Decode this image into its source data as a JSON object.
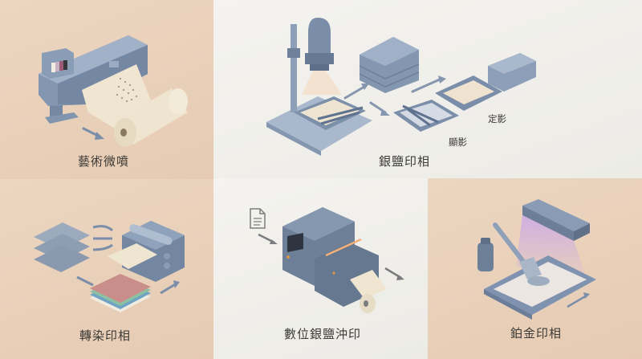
{
  "panels": {
    "inkjet": {
      "label": "藝術微噴",
      "background": "#e8cfb8"
    },
    "silver_gelatin": {
      "label": "銀鹽印相",
      "background": "#f1f0ec",
      "steps": {
        "develop": "顯影",
        "fix": "定影"
      }
    },
    "dye_transfer": {
      "label": "轉染印相",
      "background": "#e8cfb8"
    },
    "digital_silver": {
      "label": "數位銀鹽沖印",
      "background": "#efeeea"
    },
    "platinum": {
      "label": "鉑金印相",
      "background": "#e8cfb8"
    }
  },
  "icons": {
    "inkjet": "wide-format-printer-icon",
    "silver_gelatin": "enlarger-and-trays-icon",
    "dye_transfer": "dye-transfer-press-icon",
    "digital_silver": "digital-minilab-icon",
    "platinum": "uv-exposure-brush-icon"
  },
  "colors": {
    "machine": "#7d8fa8",
    "machine_dark": "#5f7088",
    "paper": "#efe6d3",
    "text": "#3c3a37",
    "uv_glow": "#c9a6ea"
  }
}
